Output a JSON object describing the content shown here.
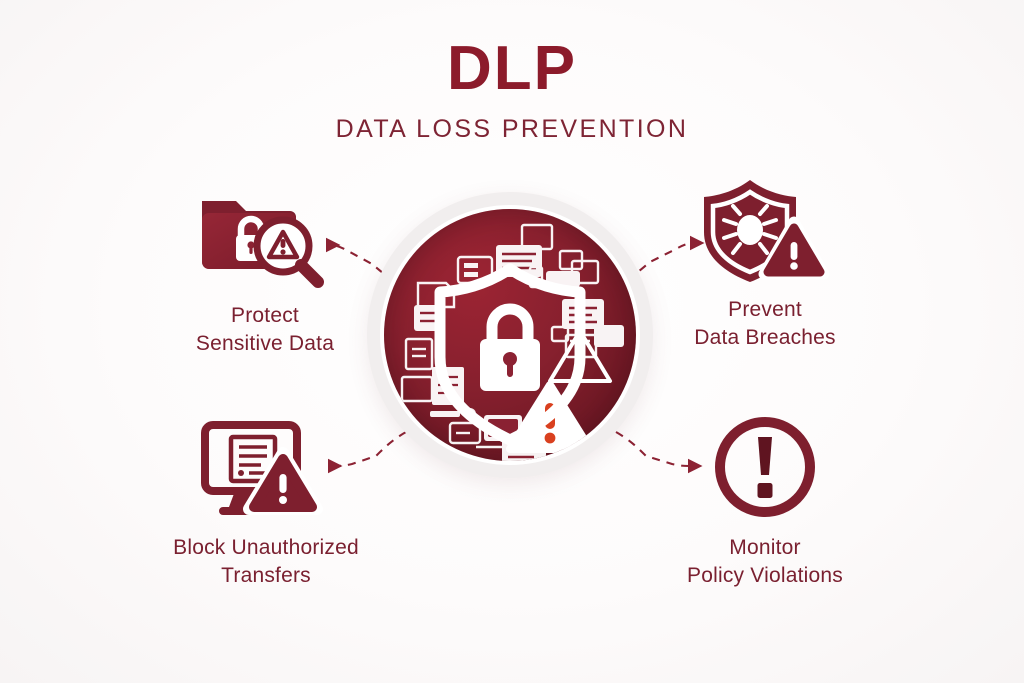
{
  "header": {
    "title": "DLP",
    "subtitle": "DATA LOSS PREVENTION"
  },
  "colors": {
    "background": "#fdfcfc",
    "brand_maroon": "#8c1b2b",
    "text_maroon": "#7a2030",
    "circle_dark": "#6d1824",
    "circle_light": "#9c2433",
    "alert_orange": "#d9401f",
    "halo_gray": "#f1eeee",
    "connector": "#8c2233"
  },
  "center": {
    "name": "dlp-core-graphic",
    "shield_icon": "shield-lock-icon",
    "alert_icon": "warning-triangle-icon",
    "document_icons": "document-cluster-icons"
  },
  "nodes": [
    {
      "id": "protect-sensitive-data",
      "label": "Protect\nSensitive Data",
      "icons": [
        "folder-lock-icon",
        "magnifier-warning-icon"
      ],
      "position": "top-left"
    },
    {
      "id": "prevent-data-breaches",
      "label": "Prevent\nData Breaches",
      "icons": [
        "shield-bug-icon",
        "warning-triangle-icon"
      ],
      "position": "top-right"
    },
    {
      "id": "block-unauthorized-transfers",
      "label": "Block Unauthorized\nTransfers",
      "icons": [
        "monitor-document-icon",
        "warning-triangle-icon"
      ],
      "position": "bottom-left"
    },
    {
      "id": "monitor-policy-violations",
      "label": "Monitor\nPolicy Violations",
      "icons": [
        "exclamation-circle-icon"
      ],
      "position": "bottom-right"
    }
  ],
  "connectors": [
    {
      "id": "connector-top-left",
      "from": "center",
      "to": "protect-sensitive-data",
      "style": "dashed",
      "arrow": "left"
    },
    {
      "id": "connector-top-right",
      "from": "center",
      "to": "prevent-data-breaches",
      "style": "dashed",
      "arrow": "right"
    },
    {
      "id": "connector-bottom-left",
      "from": "center",
      "to": "block-unauthorized-transfers",
      "style": "dashed",
      "arrow": "left"
    },
    {
      "id": "connector-bottom-right",
      "from": "center",
      "to": "monitor-policy-violations",
      "style": "dashed",
      "arrow": "right"
    }
  ]
}
